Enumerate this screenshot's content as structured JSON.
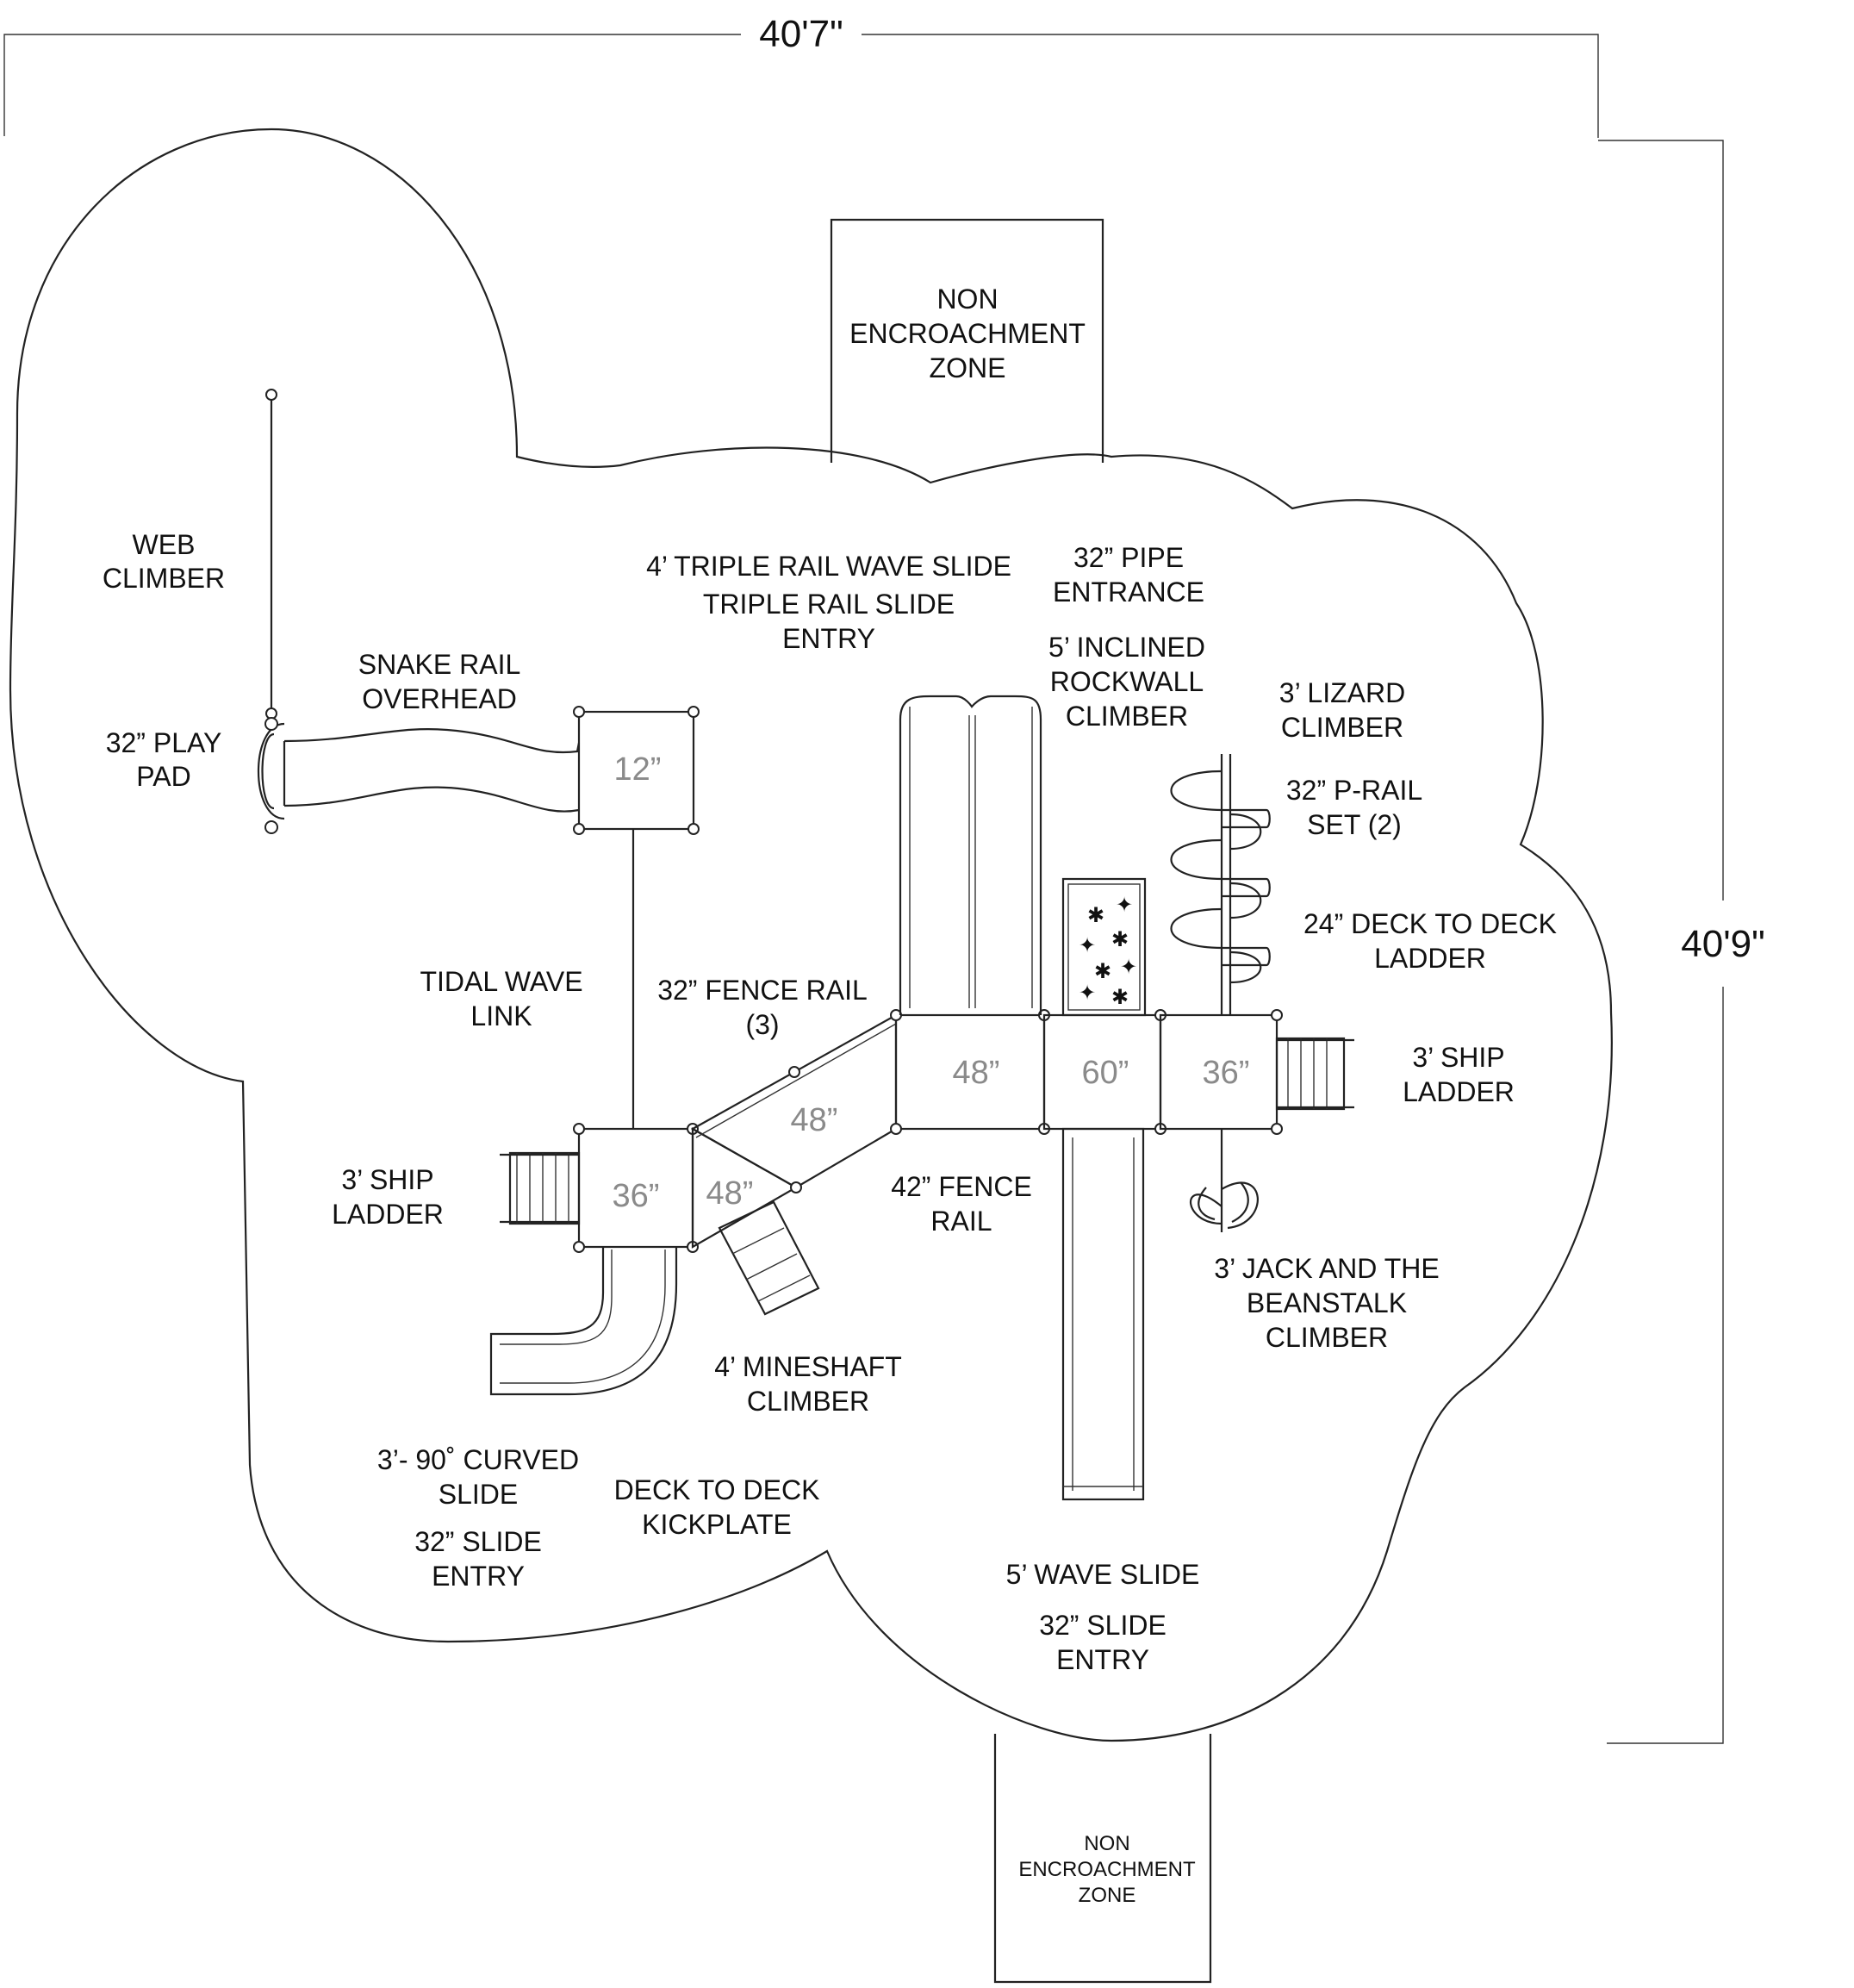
{
  "dimensions": {
    "width_label": "40'7\"",
    "height_label": "40'9\""
  },
  "zones": {
    "top": [
      "NON",
      "ENCROACHMENT",
      "ZONE"
    ],
    "bottom": [
      "NON",
      "ENCROACHMENT",
      "ZONE"
    ]
  },
  "decks": {
    "d12": "12”",
    "d36_left": "36”",
    "d48_lower": "48”",
    "d48_ramp": "48”",
    "d48_center": "48”",
    "d60": "60”",
    "d36_right": "36”"
  },
  "labels": {
    "web_climber": [
      "WEB",
      "CLIMBER"
    ],
    "play_pad": [
      "32” PLAY",
      "PAD"
    ],
    "snake_rail": [
      "SNAKE RAIL",
      "OVERHEAD"
    ],
    "triple_slide": [
      "4’ TRIPLE RAIL WAVE SLIDE",
      "TRIPLE RAIL SLIDE",
      "ENTRY"
    ],
    "pipe_entrance": [
      "32” PIPE",
      "ENTRANCE"
    ],
    "rockwall": [
      "5’ INCLINED",
      "ROCKWALL",
      "CLIMBER"
    ],
    "lizard": [
      "3’ LIZARD",
      "CLIMBER"
    ],
    "p_rail": [
      "32” P-RAIL",
      "SET (2)"
    ],
    "deck_ladder": [
      "24” DECK TO DECK",
      "LADDER"
    ],
    "tidal_wave": [
      "TIDAL WAVE",
      "LINK"
    ],
    "fence_rail_32": [
      "32” FENCE RAIL",
      "(3)"
    ],
    "ship_ladder_right": [
      "3’ SHIP",
      "LADDER"
    ],
    "ship_ladder_left": [
      "3’ SHIP",
      "LADDER"
    ],
    "fence_rail_42": [
      "42” FENCE",
      "RAIL"
    ],
    "beanstalk": [
      "3’ JACK AND THE",
      "BEANSTALK",
      "CLIMBER"
    ],
    "mineshaft": [
      "4’ MINESHAFT",
      "CLIMBER"
    ],
    "curved_slide": [
      "3’- 90˚ CURVED",
      "SLIDE"
    ],
    "slide_entry_left": [
      "32” SLIDE",
      "ENTRY"
    ],
    "kickplate": [
      "DECK TO DECK",
      "KICKPLATE"
    ],
    "wave_slide": [
      "5’ WAVE SLIDE"
    ],
    "slide_entry_center": [
      "32” SLIDE",
      "ENTRY"
    ]
  }
}
